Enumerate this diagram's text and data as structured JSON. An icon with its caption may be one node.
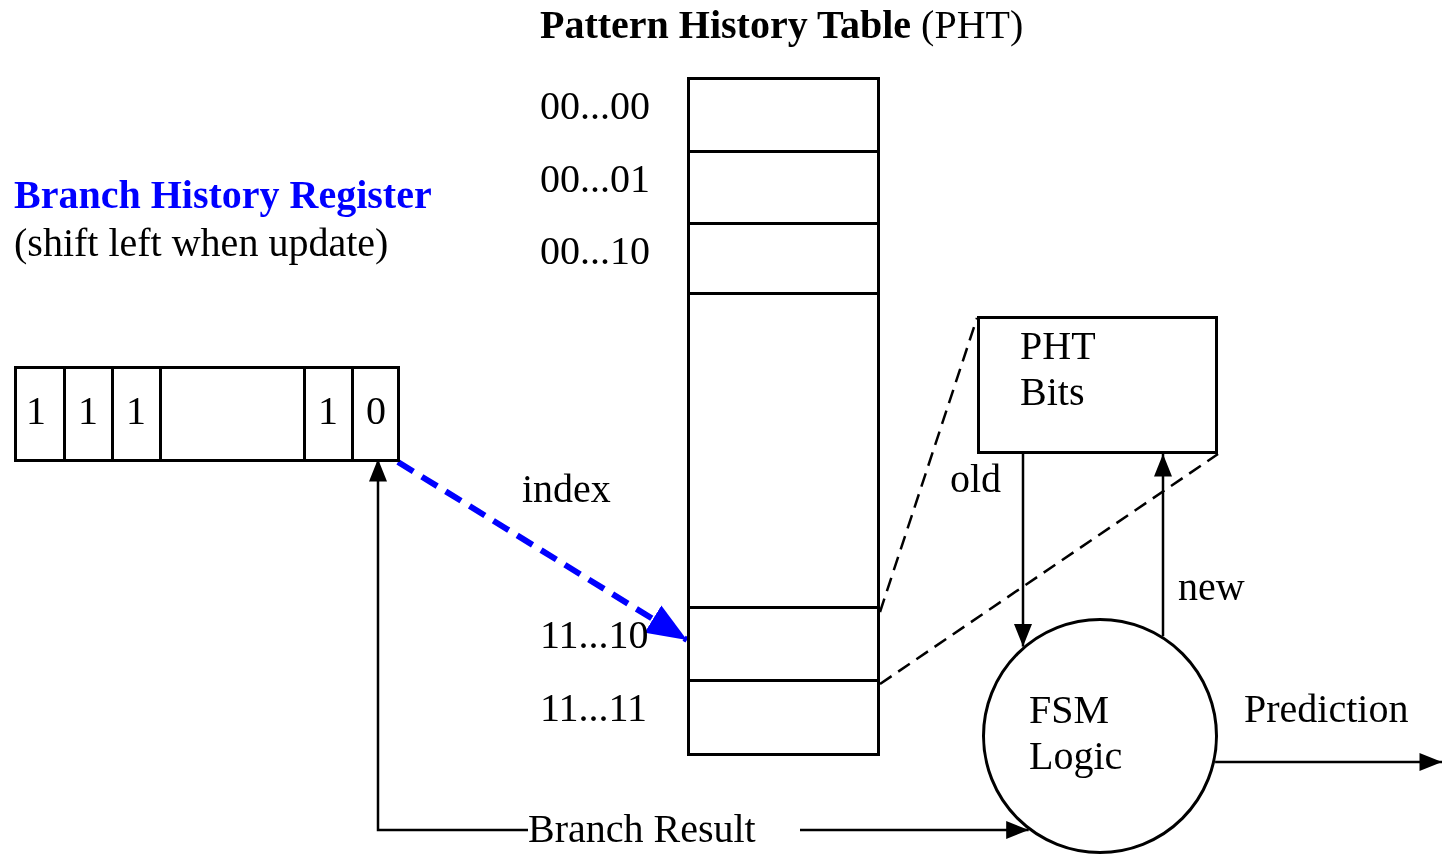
{
  "diagram": {
    "nodes": [
      {
        "text": [
          "Branch History Register",
          "(shift left when update)"
        ]
      },
      {
        "text": [
          "1"
        ],
        "in": 0
      },
      {
        "text": [
          "1"
        ],
        "in": 0
      },
      {
        "text": [
          "1"
        ],
        "in": 0
      },
      {
        "text": [],
        "shape": "box",
        "in": 0
      },
      {
        "text": [
          "1"
        ],
        "in": 0
      },
      {
        "text": [
          "0"
        ],
        "in": 0
      },
      {
        "text": [
          "**Pattern History Table** (PHT)"
        ]
      },
      {
        "text": [],
        "shape": "box",
        "beside": [
          "00...00"
        ],
        "in": 7
      },
      {
        "text": [],
        "shape": "box",
        "beside": [
          "00...01"
        ],
        "in": 7
      },
      {
        "text": [],
        "shape": "box",
        "beside": [
          "00...10"
        ],
        "in": 7
      },
      {
        "text": [],
        "shape": "box",
        "in": 7
      },
      {
        "text": [],
        "shape": "box",
        "beside": [
          "11...10"
        ],
        "in": 7
      },
      {
        "text": [],
        "shape": "box",
        "beside": [
          "11...11"
        ],
        "in": 7
      },
      {
        "text": [
          "PHT Bits"
        ]
      },
      {
        "text": [
          "FSM Logic"
        ]
      },
      {
        "text": [
          "Branch Result"
        ]
      }
    ],
    "edges": [
      {
        "from": 0,
        "to": 12,
        "arrow": "to",
        "label": "index",
        "style": "dashed",
        "color": "#0000ff"
      },
      {
        "from": 12,
        "to": 14,
        "arrow": "none",
        "style": "dashed"
      },
      {
        "from": 13,
        "to": 14,
        "arrow": "none",
        "style": "dashed"
      },
      {
        "from": 14,
        "to": 15,
        "arrow": "to",
        "label": "old"
      },
      {
        "from": 15,
        "to": 14,
        "arrow": "to",
        "label": "new"
      },
      {
        "from": 16,
        "to": 6,
        "arrow": "to"
      },
      {
        "from": 16,
        "to": 15,
        "arrow": "to"
      },
      {
        "from": 15,
        "to": null,
        "arrow": "to",
        "label": "Prediction"
      }
    ]
  }
}
